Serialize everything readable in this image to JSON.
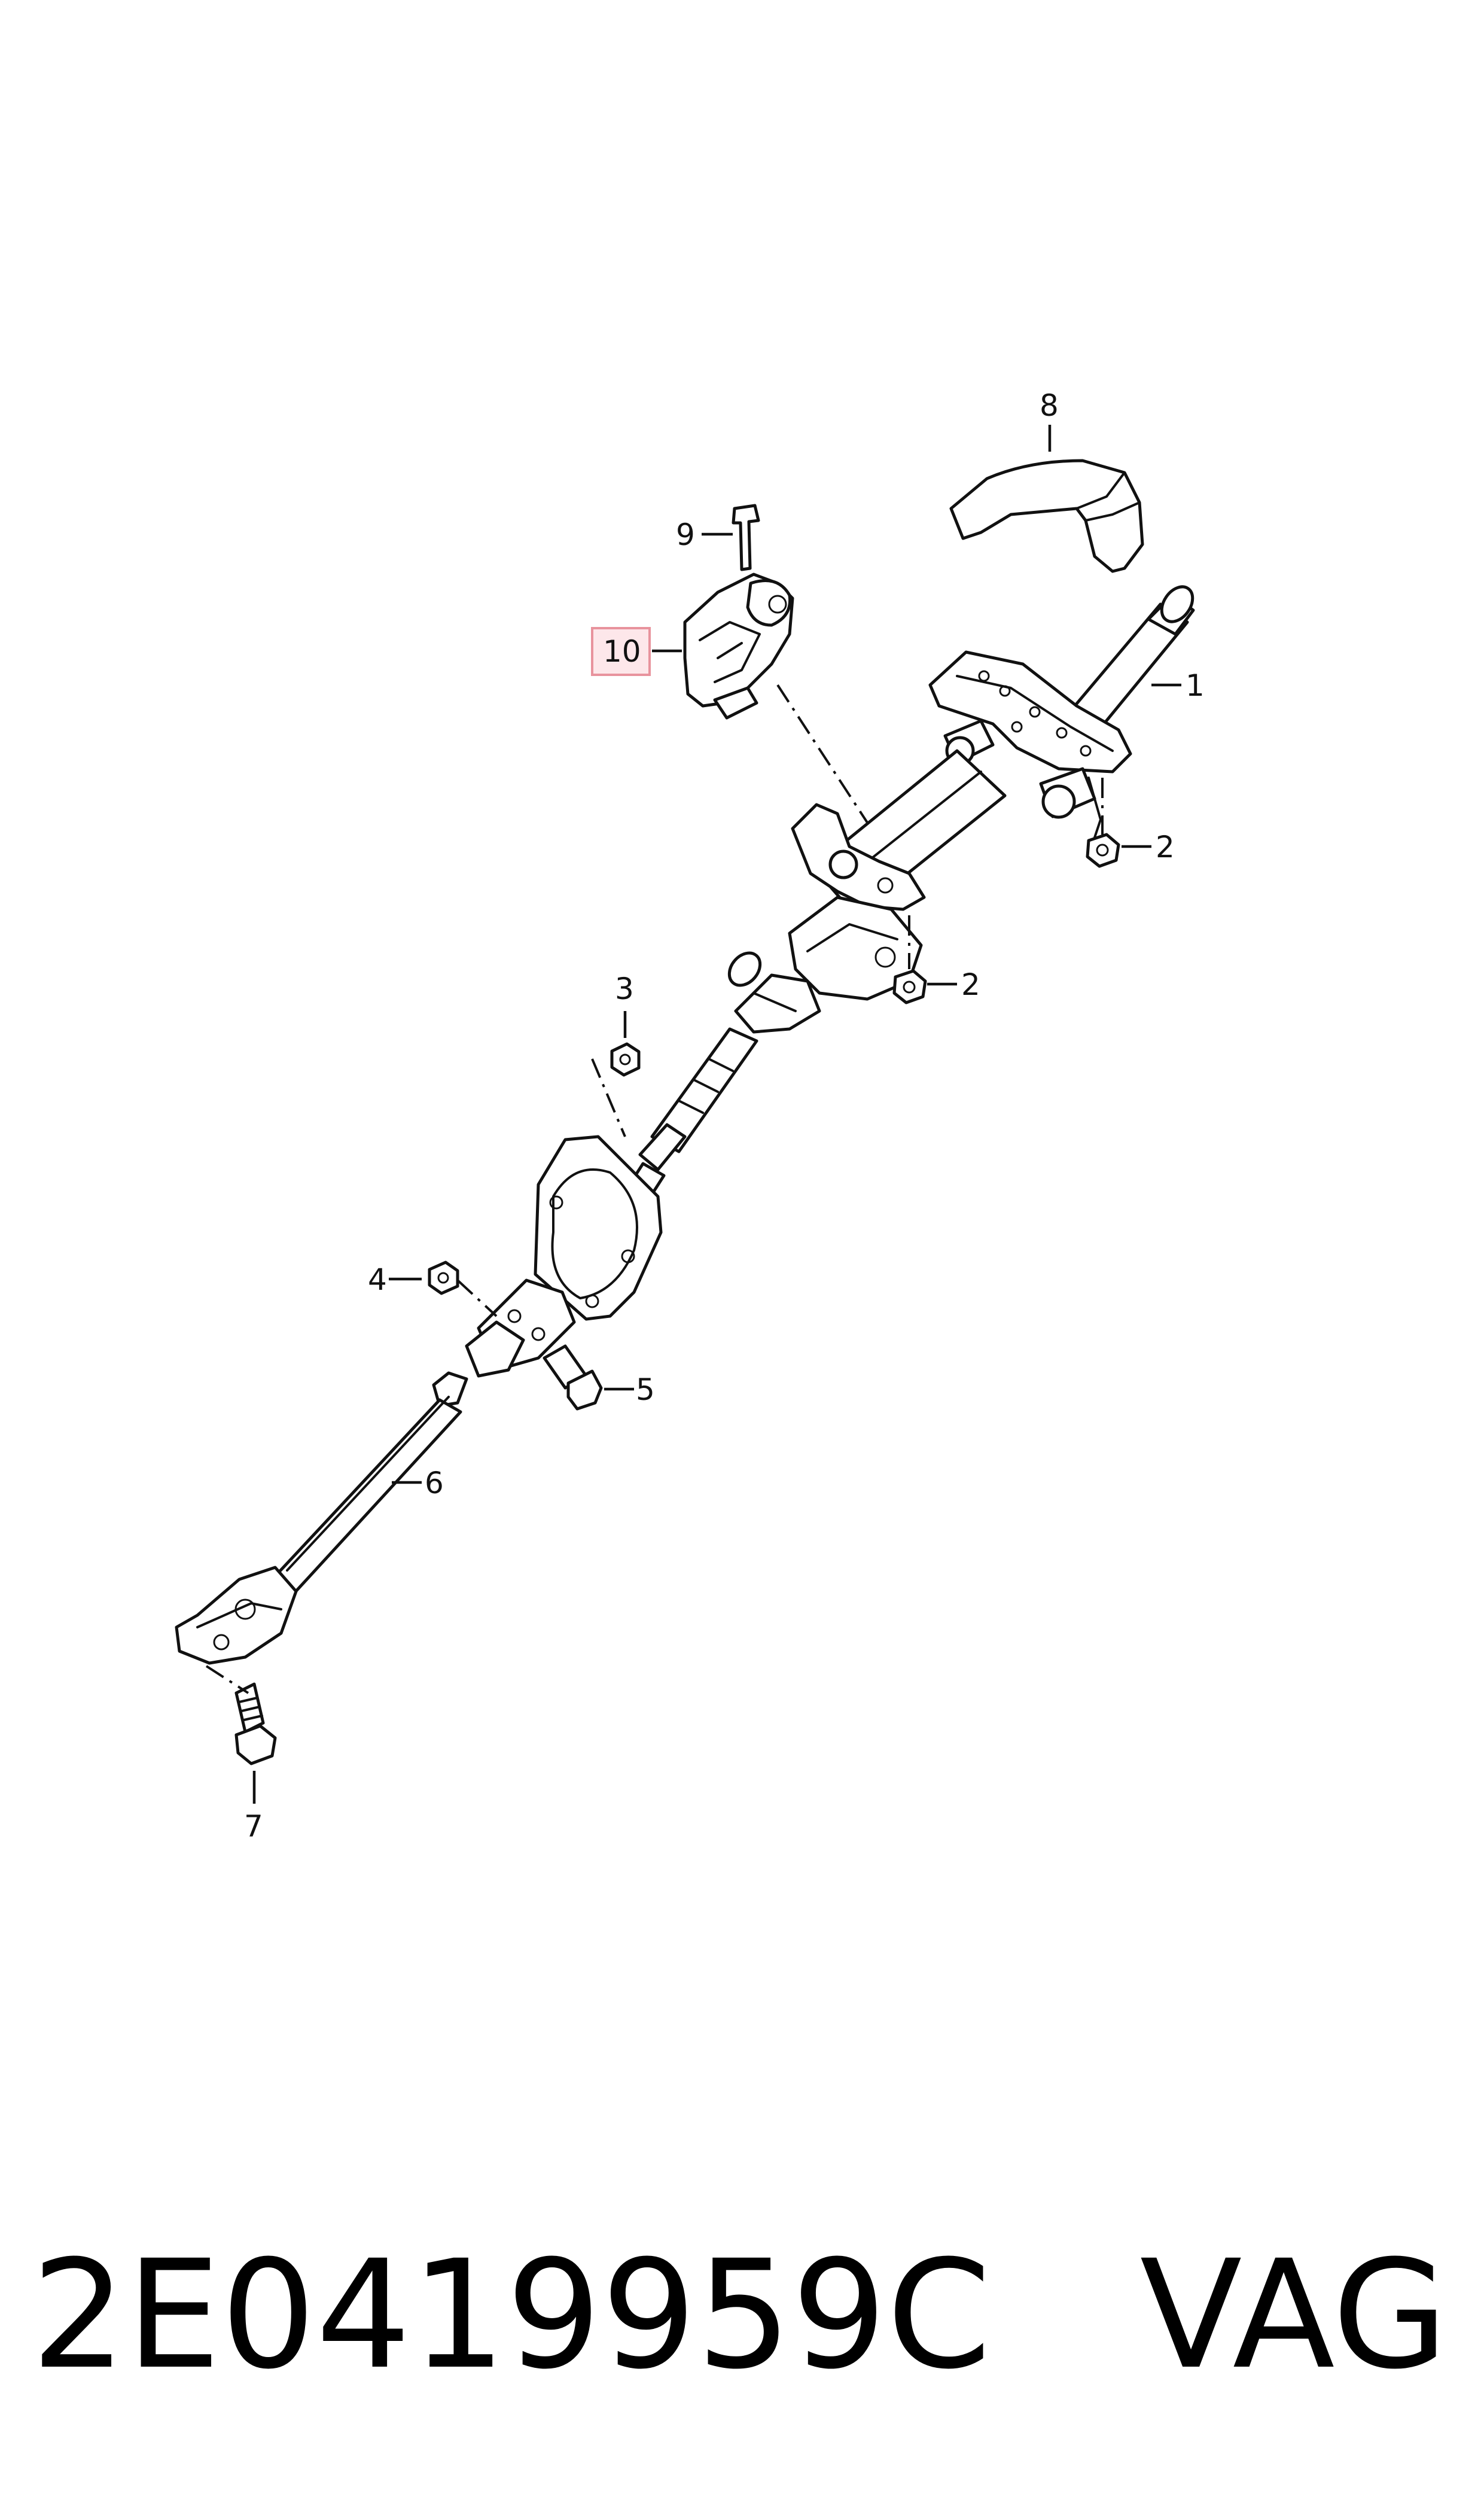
{
  "callouts": [
    {
      "id": "1",
      "label": "1"
    },
    {
      "id": "2a",
      "label": "2"
    },
    {
      "id": "2b",
      "label": "2"
    },
    {
      "id": "3",
      "label": "3"
    },
    {
      "id": "4",
      "label": "4"
    },
    {
      "id": "5",
      "label": "5"
    },
    {
      "id": "6",
      "label": "6"
    },
    {
      "id": "7",
      "label": "7"
    },
    {
      "id": "8",
      "label": "8"
    },
    {
      "id": "9",
      "label": "9"
    },
    {
      "id": "10",
      "label": "10",
      "highlighted": true
    }
  ],
  "colors": {
    "highlight_fill": "#fde7ea",
    "highlight_border": "#e8939d",
    "line": "#111111"
  },
  "footer": {
    "part_number": "2E0419959C",
    "brand": "VAG"
  }
}
